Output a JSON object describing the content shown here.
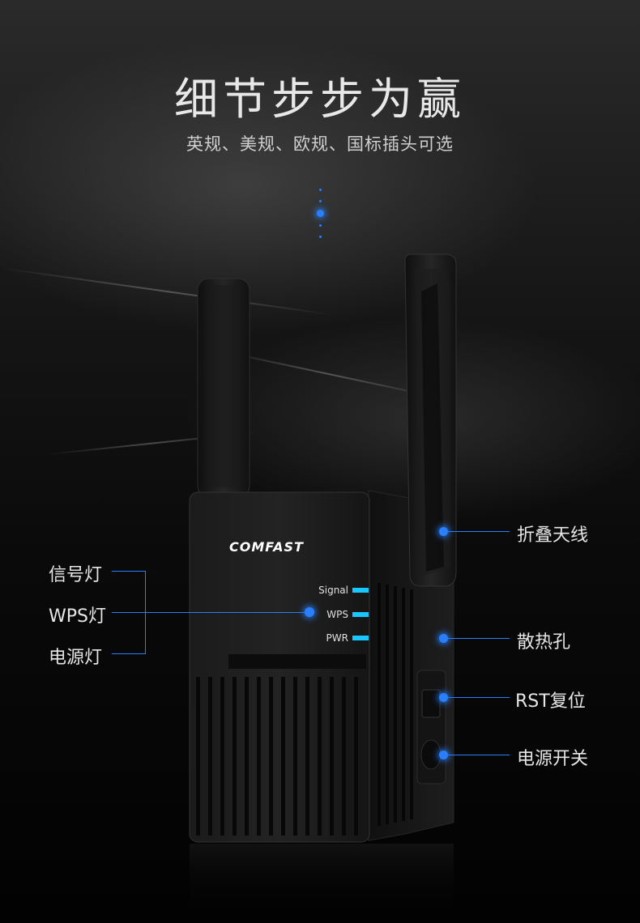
{
  "title": "细节步步为赢",
  "subtitle": "英规、美规、欧规、国标插头可选",
  "device": {
    "brand": "COMFAST",
    "led_labels": {
      "signal": "Signal",
      "wps": "WPS",
      "pwr": "PWR"
    }
  },
  "left_callouts": {
    "signal_light": "信号灯",
    "wps_light": "WPS灯",
    "power_light": "电源灯"
  },
  "right_callouts": {
    "foldable_antenna": "折叠天线",
    "vents": "散热孔",
    "reset": "RST复位",
    "power_switch": "电源开关"
  },
  "colors": {
    "accent": "#2a7fff",
    "led": "#19c6ff"
  }
}
